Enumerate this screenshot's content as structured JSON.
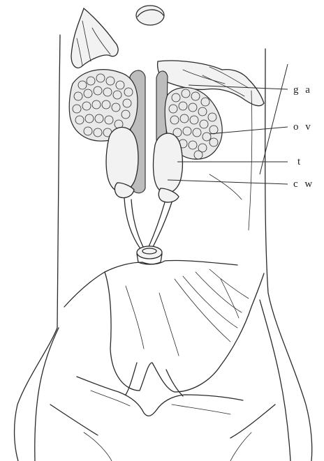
{
  "labels": {
    "ga": "g a",
    "ov": "o v",
    "t": "t",
    "cw": "c w"
  }
}
